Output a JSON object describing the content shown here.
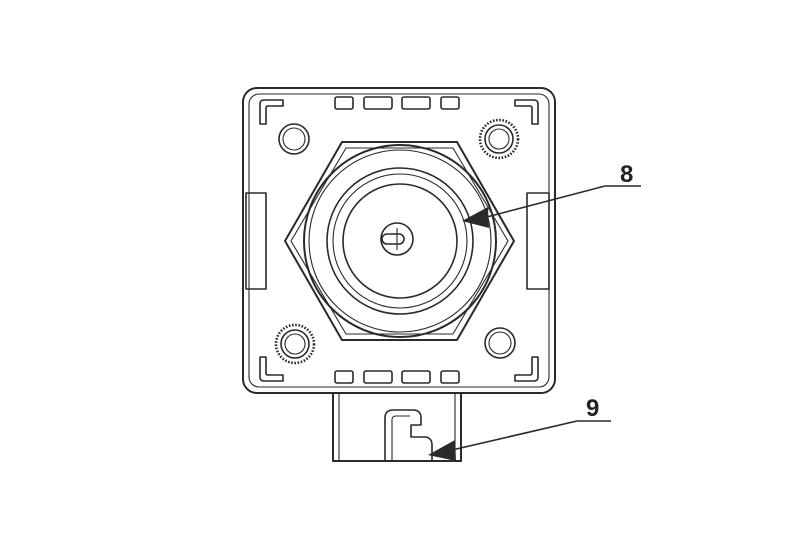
{
  "callouts": [
    {
      "id": "8",
      "label": "8"
    },
    {
      "id": "9",
      "label": "9"
    }
  ],
  "colors": {
    "line": "#2a2a2a",
    "background": "#ffffff"
  }
}
